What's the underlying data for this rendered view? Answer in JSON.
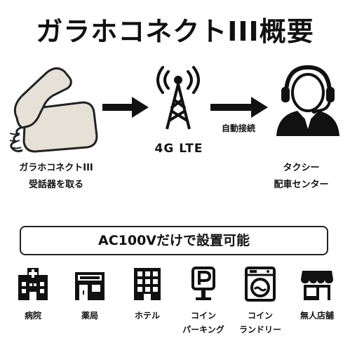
{
  "title": "ガラホコネクトIII概要",
  "phone": {
    "label_line1": "ガラホコネクトIII",
    "label_line2": "受話器を取る",
    "icon": "desk-phone-icon"
  },
  "network": {
    "label": "4G LTE",
    "icon": "cell-tower-icon"
  },
  "auto_connect": "自動接続",
  "center": {
    "label_line1": "タクシー",
    "label_line2": "配車センター",
    "icon": "operator-headset-icon"
  },
  "banner": "AC100Vだけで設置可能",
  "facilities": [
    {
      "icon": "hospital-icon",
      "line1": "病院",
      "line2": ""
    },
    {
      "icon": "pharmacy-icon",
      "line1": "薬局",
      "line2": ""
    },
    {
      "icon": "hotel-icon",
      "line1": "ホテル",
      "line2": ""
    },
    {
      "icon": "parking-icon",
      "line1": "コイン",
      "line2": "パーキング"
    },
    {
      "icon": "laundry-icon",
      "line1": "コイン",
      "line2": "ランドリー"
    },
    {
      "icon": "shop-icon",
      "line1": "無人店舗",
      "line2": ""
    }
  ],
  "colors": {
    "phone_body": "#e6e1d6",
    "outline": "#222222",
    "icon_fill": "#111111"
  }
}
